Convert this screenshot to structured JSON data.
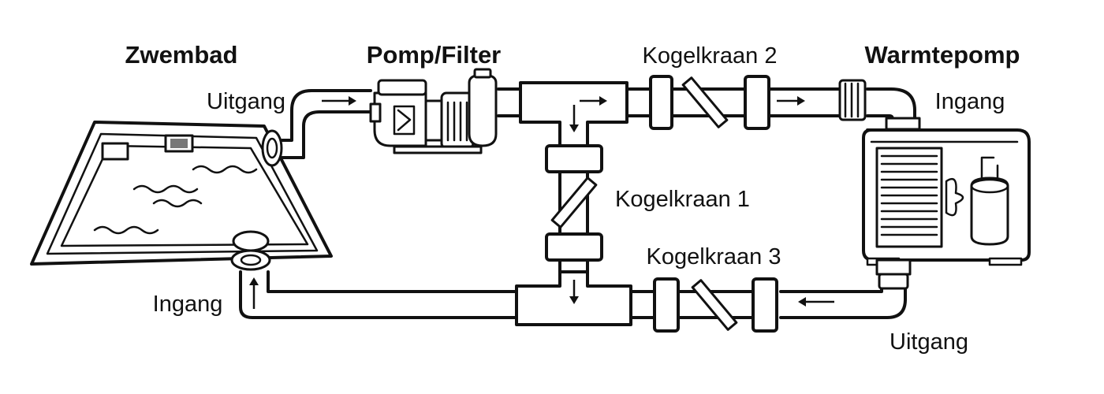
{
  "labels": {
    "pool": "Zwembad",
    "pump_filter": "Pomp/Filter",
    "heat_pump": "Warmtepomp",
    "valve_1": "Kogelkraan 1",
    "valve_2": "Kogelkraan 2",
    "valve_3": "Kogelkraan 3",
    "pool_outlet": "Uitgang",
    "pool_inlet": "Ingang",
    "heat_pump_inlet": "Ingang",
    "heat_pump_outlet": "Uitgang"
  },
  "icons": {
    "pool": "swimming-pool-icon",
    "pump": "pool-pump-filter-icon",
    "heat_pump": "heat-pump-icon",
    "valve": "ball-valve-icon",
    "arrow": "flow-arrow-icon"
  }
}
